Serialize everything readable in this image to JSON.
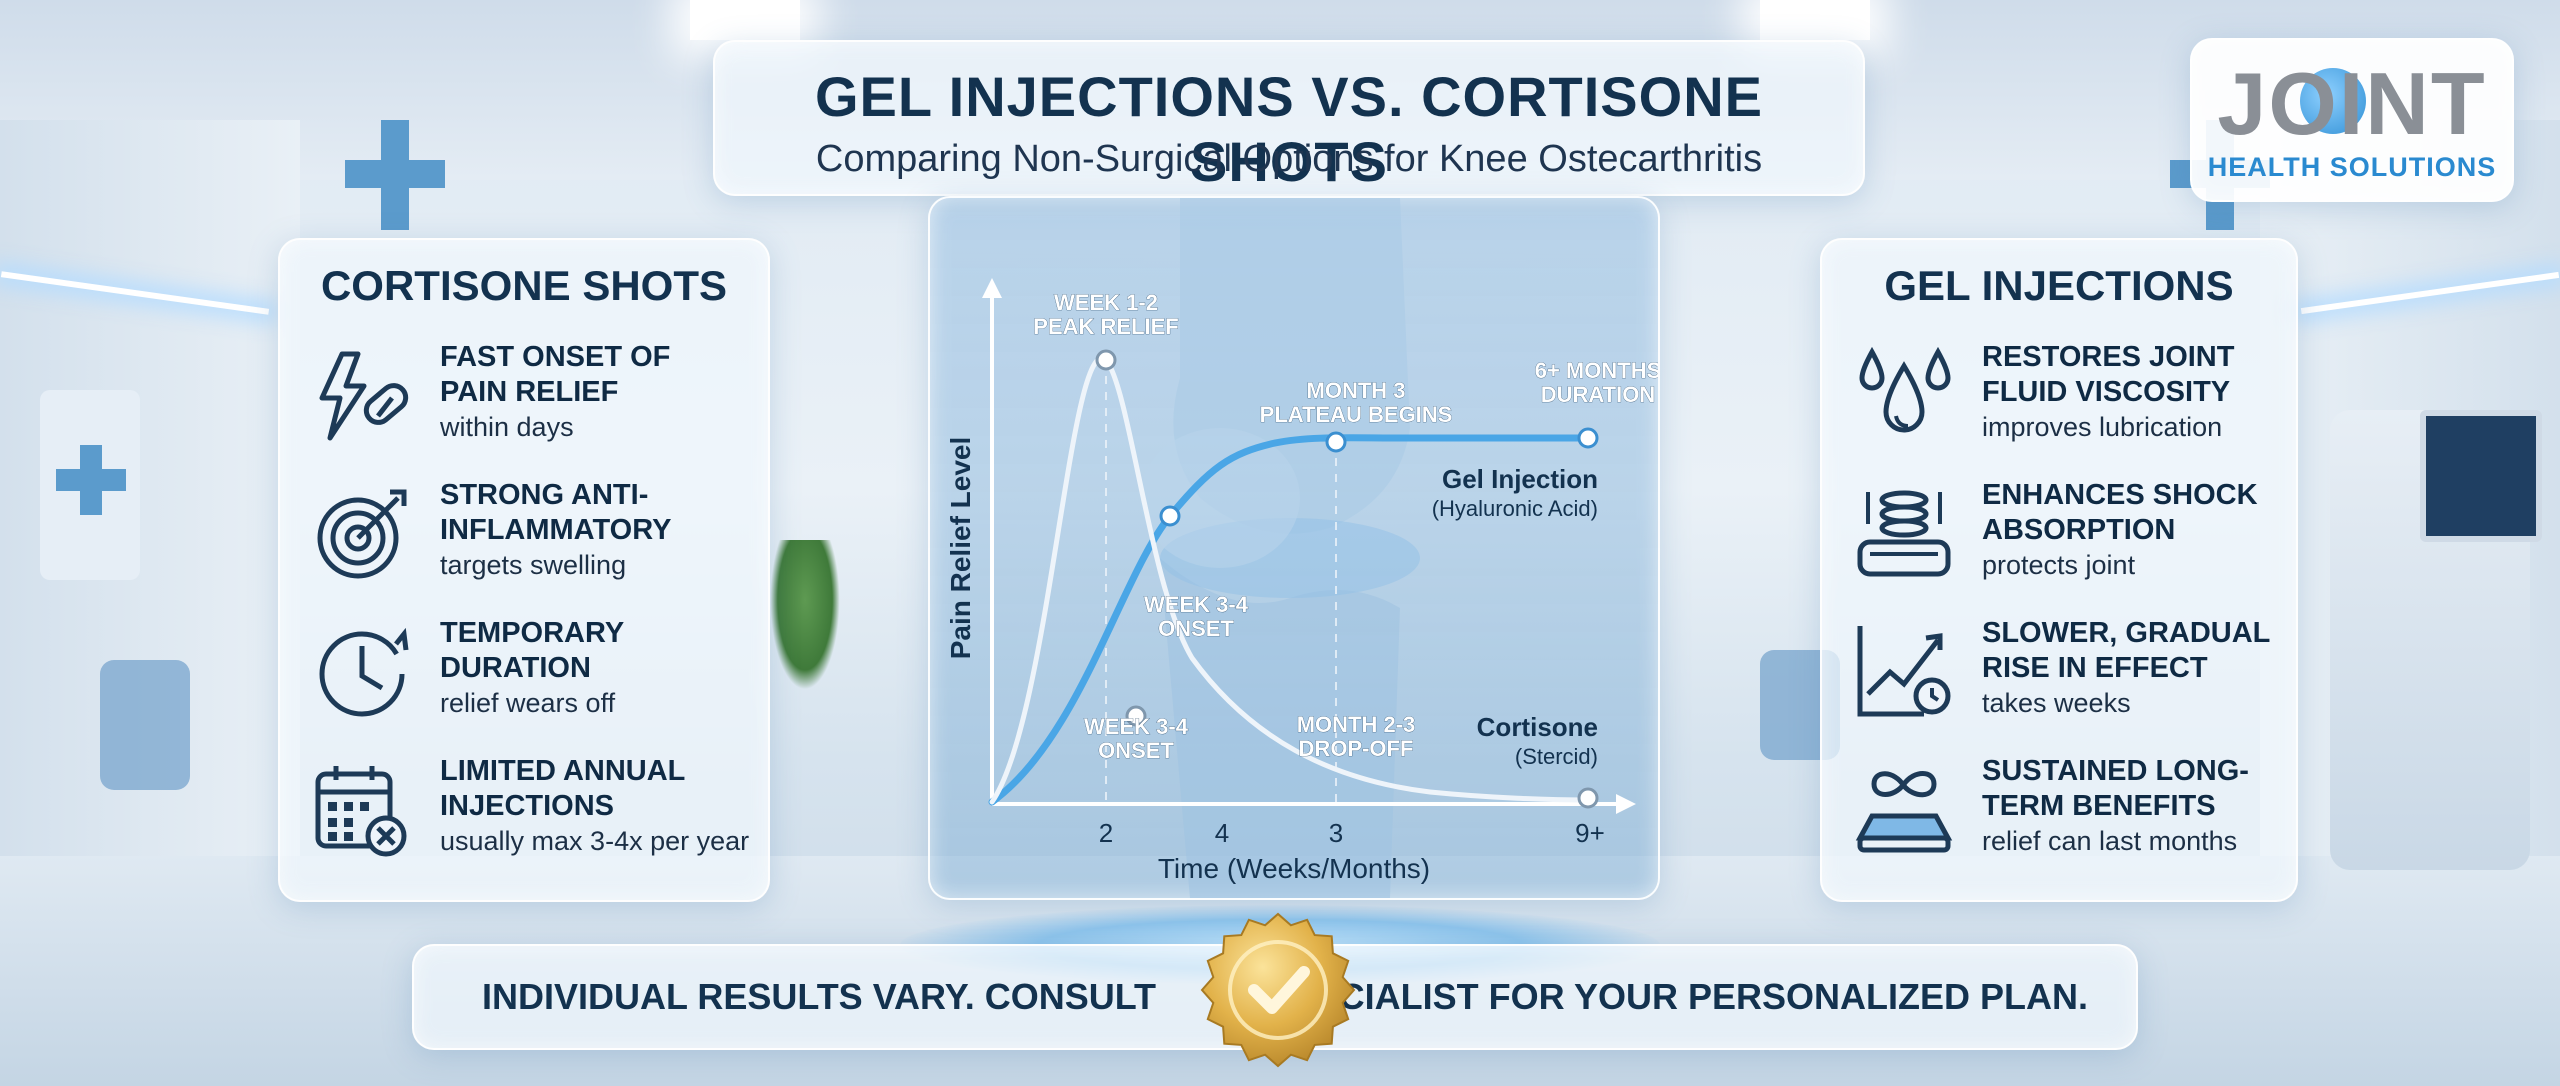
{
  "header": {
    "title": "GEL INJECTIONS VS. CORTISONE SHOTS",
    "subtitle": "Comparing Non-Surgical Options for Knee Ostecarthritis"
  },
  "logo": {
    "word": "JOINT",
    "tagline": "HEALTH SOLUTIONS"
  },
  "left_panel": {
    "title": "CORTISONE SHOTS",
    "items": [
      {
        "icon": "lightning-pill-icon",
        "head": "FAST ONSET OF\nPAIN RELIEF",
        "sub": "within days"
      },
      {
        "icon": "target-icon",
        "head": "STRONG ANTI-\nINFLAMMATORY",
        "sub": "targets swelling"
      },
      {
        "icon": "clock-icon",
        "head": "TEMPORARY\nDURATION",
        "sub": "relief wears off"
      },
      {
        "icon": "calendar-x-icon",
        "head": "LIMITED ANNUAL\nINJECTIONS",
        "sub": "usually max 3-4x per year"
      }
    ]
  },
  "right_panel": {
    "title": "GEL INJECTIONS",
    "items": [
      {
        "icon": "droplets-icon",
        "head": "RESTORES JOINT\nFLUID VISCOSITY",
        "sub": "improves lubrication"
      },
      {
        "icon": "cushion-stack-icon",
        "head": "ENHANCES SHOCK\nABSORPTION",
        "sub": "protects joint"
      },
      {
        "icon": "rising-chart-timer-icon",
        "head": "SLOWER, GRADUAL\nRISE IN EFFECT",
        "sub": "takes weeks"
      },
      {
        "icon": "infinity-cushion-icon",
        "head": "SUSTAINED LONG-\nTERM BENEFITS",
        "sub": "relief can last months"
      }
    ]
  },
  "chart_data": {
    "type": "line",
    "ylabel": "Pain Relief Level",
    "xlabel": "Time (Weeks/Months)",
    "x_ticks": [
      "2",
      "4",
      "3",
      "9+"
    ],
    "series": [
      {
        "name": "Gel Injection",
        "name_sub": "(Hyaluronic Acid)",
        "color": "#4aa6e6",
        "annotations": [
          {
            "text": "WEEK 3-4\nONSET"
          },
          {
            "text": "MONTH 3\nPLATEAU BEGINS"
          },
          {
            "text": "6+ MONTHS\nDURATION"
          }
        ]
      },
      {
        "name": "Cortisone",
        "name_sub": "(Stercid)",
        "color": "#eef4fa",
        "annotations": [
          {
            "text": "WEEK 1-2\nPEAK RELIEF"
          },
          {
            "text": "WEEK 3-4\nONSET"
          },
          {
            "text": "MONTH 2-3\nDROP-OFF"
          }
        ]
      }
    ]
  },
  "footer": {
    "left": "INDIVIDUAL RESULTS VARY. CONSULT",
    "right": "A SPECIALIST FOR YOUR PERSONALIZED PLAN."
  },
  "colors": {
    "navy": "#13324f",
    "accent_blue": "#2a8ad0",
    "gel_line": "#4aa6e6",
    "seal_gold": "#d9a93a"
  }
}
